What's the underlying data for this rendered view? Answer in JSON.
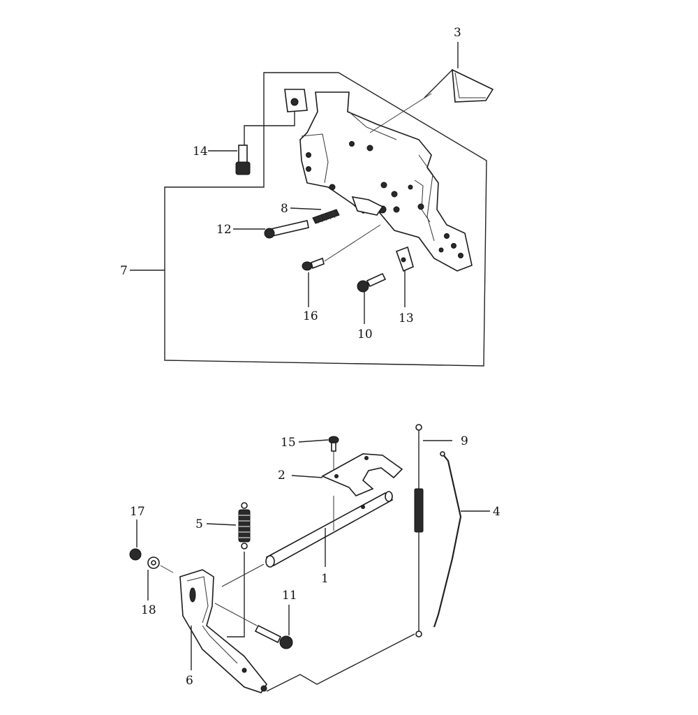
{
  "callouts": {
    "c1": "1",
    "c2": "2",
    "c3": "3",
    "c4": "4",
    "c5": "5",
    "c6": "6",
    "c7": "7",
    "c8": "8",
    "c9": "9",
    "c10": "10",
    "c11": "11",
    "c12": "12",
    "c13": "13",
    "c14": "14",
    "c15": "15",
    "c16": "16",
    "c17": "17",
    "c18": "18"
  }
}
